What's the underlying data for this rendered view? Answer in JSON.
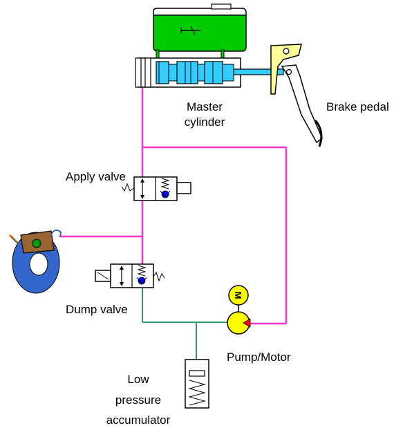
{
  "labels": {
    "master_cylinder_line1": "Master",
    "master_cylinder_line2": "cylinder",
    "brake_pedal": "Brake pedal",
    "apply_valve": "Apply valve",
    "dump_valve": "Dump valve",
    "pump_motor": "Pump/Motor",
    "accumulator_line1": "Low",
    "accumulator_line2": "pressure",
    "accumulator_line3": "accumulator",
    "motor_letter": "M"
  },
  "colors": {
    "high_pressure_line": "#ff33cc",
    "low_pressure_line": "#339966",
    "reservoir": "#00cc00",
    "piston": "#33ccff",
    "pump": "#ffff00",
    "brake_rotor": "#3366cc",
    "caliper": "#996633",
    "pedal": "#ffff99",
    "check_ball": "#0000ff",
    "pump_arrow": "#ff0000"
  }
}
